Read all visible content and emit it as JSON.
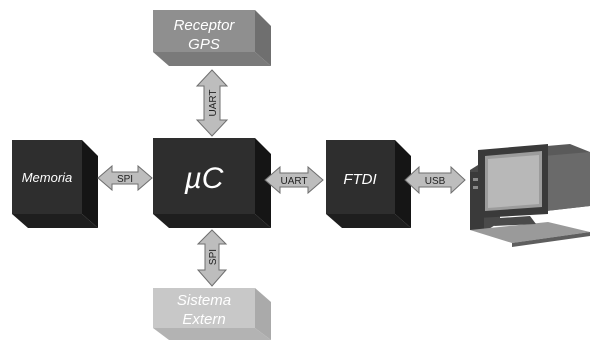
{
  "blocks": {
    "gps": {
      "lines": [
        "Receptor",
        "GPS"
      ]
    },
    "memoria": {
      "label": "Memoria"
    },
    "uc": {
      "label": "µC"
    },
    "ftdi": {
      "label": "FTDI"
    },
    "sistema": {
      "lines": [
        "Sistema",
        "Extern"
      ]
    }
  },
  "links": {
    "gps_uc": "UART",
    "mem_uc": "SPI",
    "uc_ftdi": "UART",
    "ftdi_pc": "USB",
    "uc_sistema": "SPI"
  },
  "pc": {
    "icon": "desktop-computer-icon"
  },
  "colors": {
    "dark_block": "#2b2b2b",
    "mid_block": "#8c8c8c",
    "light_block": "#c9c9c9",
    "arrow_fill": "#bdbdbd",
    "arrow_stroke": "#6e6e6e"
  }
}
